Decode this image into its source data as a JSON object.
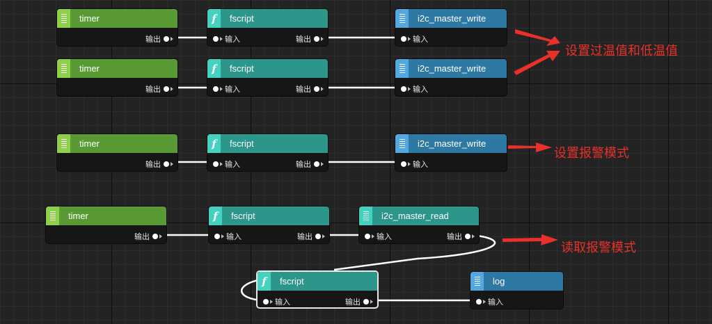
{
  "labels": {
    "in": "输入",
    "out": "输出"
  },
  "nodes": [
    {
      "title": "timer",
      "icon": "list-icon"
    },
    {
      "title": "fscript",
      "icon": "function-icon"
    },
    {
      "title": "i2c_master_write",
      "icon": "list-icon"
    },
    {
      "title": "timer",
      "icon": "list-icon"
    },
    {
      "title": "fscript",
      "icon": "function-icon"
    },
    {
      "title": "i2c_master_write",
      "icon": "list-icon"
    },
    {
      "title": "timer",
      "icon": "list-icon"
    },
    {
      "title": "fscript",
      "icon": "function-icon"
    },
    {
      "title": "i2c_master_write",
      "icon": "list-icon"
    },
    {
      "title": "timer",
      "icon": "list-icon"
    },
    {
      "title": "fscript",
      "icon": "function-icon"
    },
    {
      "title": "i2c_master_read",
      "icon": "list-icon"
    },
    {
      "title": "fscript",
      "icon": "function-icon"
    },
    {
      "title": "log",
      "icon": "list-icon"
    }
  ],
  "annotations": [
    {
      "text": "设置过温值和低温值"
    },
    {
      "text": "设置报警模式"
    },
    {
      "text": "读取报警模式"
    }
  ],
  "colors": {
    "timer_header": "#5a9a34",
    "fscript_header": "#2b9689",
    "i2c_header": "#2e78a4",
    "annotation": "#e8312b",
    "wire": "#ffffff"
  }
}
